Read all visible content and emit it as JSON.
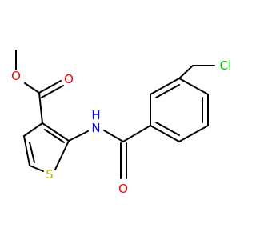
{
  "colors": {
    "bond": "#000000",
    "oxygen": "#ff0000",
    "nitrogen": "#0000ff",
    "sulfur": "#b8b800",
    "chlorine": "#00cc00"
  },
  "atom_labels": {
    "ester_o_single": "O",
    "ester_o_double": "O",
    "amide_n": "N",
    "amide_h": "H",
    "ring_s": "S",
    "amide_o": "O",
    "chlorine": "Cl"
  }
}
